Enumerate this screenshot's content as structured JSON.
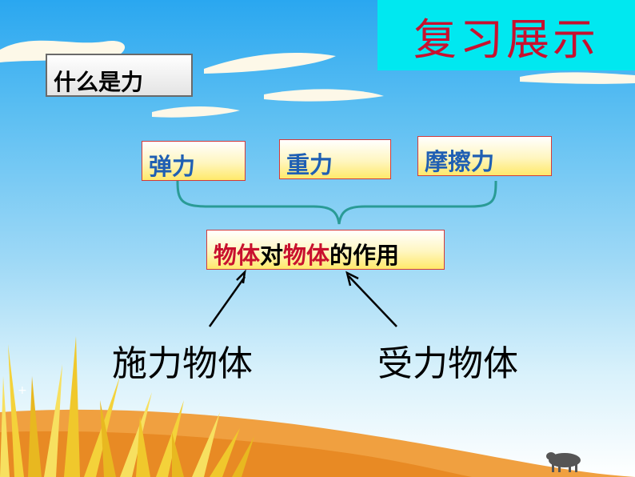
{
  "title": "复习展示",
  "question": "什么是力",
  "forces": [
    "弹力",
    "重力",
    "摩擦力"
  ],
  "definition": {
    "part1": "物体",
    "part2": "对",
    "part3": "物体",
    "part4": "的作用"
  },
  "labels": {
    "exerting": "施力物体",
    "receiving": "受力物体"
  },
  "colors": {
    "title_bg": "#00e8f0",
    "title_text": "#c8102e",
    "force_text": "#1f5fb3",
    "emphasis_red": "#c8102e",
    "brace": "#2a9b96"
  }
}
